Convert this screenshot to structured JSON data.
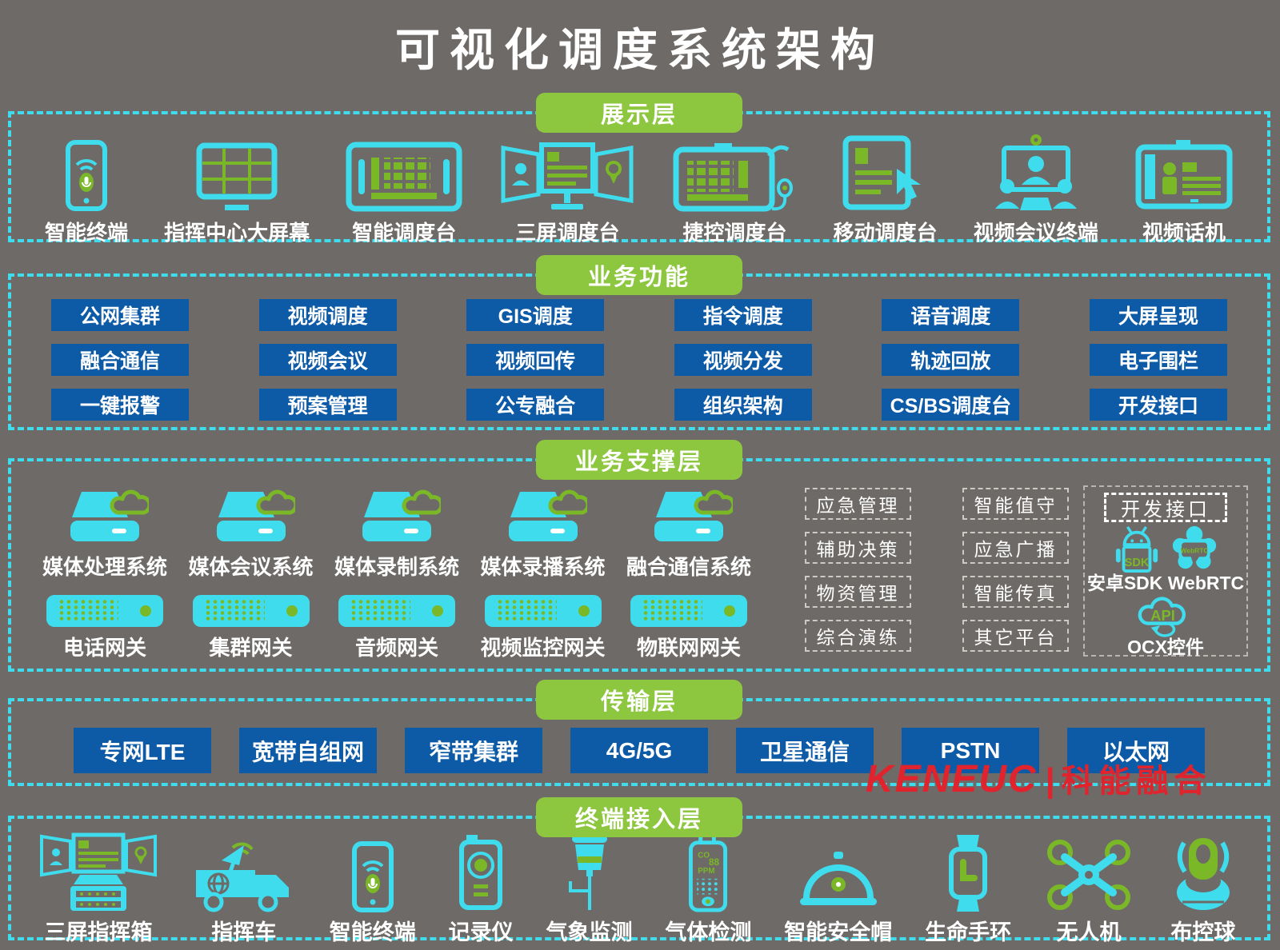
{
  "title": "可视化调度系统架构",
  "colors": {
    "background": "#6e6a67",
    "accent_cyan": "#3fdcee",
    "header_green": "#8dc63f",
    "icon_green": "#7ab827",
    "button_blue": "#0d5ba7",
    "logo_red": "#e0232d"
  },
  "layers": {
    "presentation": {
      "header": "展示层",
      "items": [
        {
          "label": "智能终端",
          "icon": "smart-terminal-icon"
        },
        {
          "label": "指挥中心大屏幕",
          "icon": "command-center-screen-icon"
        },
        {
          "label": "智能调度台",
          "icon": "smart-dispatch-console-icon"
        },
        {
          "label": "三屏调度台",
          "icon": "triple-screen-console-icon"
        },
        {
          "label": "捷控调度台",
          "icon": "jet-control-console-icon"
        },
        {
          "label": "移动调度台",
          "icon": "mobile-console-icon"
        },
        {
          "label": "视频会议终端",
          "icon": "video-conference-terminal-icon"
        },
        {
          "label": "视频话机",
          "icon": "video-phone-icon"
        }
      ]
    },
    "functions": {
      "header": "业务功能",
      "buttons": [
        "公网集群",
        "视频调度",
        "GIS调度",
        "指令调度",
        "语音调度",
        "大屏呈现",
        "融合通信",
        "视频会议",
        "视频回传",
        "视频分发",
        "轨迹回放",
        "电子围栏",
        "一键报警",
        "预案管理",
        "公专融合",
        "组织架构",
        "CS/BS调度台",
        "开发接口"
      ]
    },
    "support": {
      "header": "业务支撑层",
      "systems": [
        {
          "label": "媒体处理系统",
          "icon": "server-cloud-icon"
        },
        {
          "label": "媒体会议系统",
          "icon": "server-cloud-icon"
        },
        {
          "label": "媒体录制系统",
          "icon": "server-cloud-icon"
        },
        {
          "label": "媒体录播系统",
          "icon": "server-cloud-icon"
        },
        {
          "label": "融合通信系统",
          "icon": "server-cloud-icon"
        }
      ],
      "gateways": [
        {
          "label": "电话网关",
          "icon": "gateway-icon"
        },
        {
          "label": "集群网关",
          "icon": "gateway-icon"
        },
        {
          "label": "音频网关",
          "icon": "gateway-icon"
        },
        {
          "label": "视频监控网关",
          "icon": "gateway-icon"
        },
        {
          "label": "物联网网关",
          "icon": "gateway-icon"
        }
      ],
      "modules": [
        "应急管理",
        "智能值守",
        "辅助决策",
        "应急广播",
        "物资管理",
        "智能传真",
        "综合演练",
        "其它平台"
      ],
      "dev_panel": {
        "title": "开发接口",
        "sdk_text": "SDK",
        "webrtc_text": "WebRTC",
        "caption_sdk": "安卓SDK WebRTC",
        "api_text": "API",
        "caption_ocx": "OCX控件"
      }
    },
    "transport": {
      "header": "传输层",
      "buttons": [
        "专网LTE",
        "宽带自组网",
        "窄带集群",
        "4G/5G",
        "卫星通信",
        "PSTN",
        "以太网"
      ]
    },
    "terminal": {
      "header": "终端接入层",
      "gas_screen": {
        "co": "CO",
        "value": "88",
        "unit": "PPM"
      },
      "items": [
        {
          "label": "三屏指挥箱",
          "icon": "command-box-icon"
        },
        {
          "label": "指挥车",
          "icon": "command-truck-icon"
        },
        {
          "label": "智能终端",
          "icon": "smart-terminal-icon"
        },
        {
          "label": "记录仪",
          "icon": "recorder-icon"
        },
        {
          "label": "气象监测",
          "icon": "weather-station-icon"
        },
        {
          "label": "气体检测",
          "icon": "gas-detector-icon"
        },
        {
          "label": "智能安全帽",
          "icon": "smart-helmet-icon"
        },
        {
          "label": "生命手环",
          "icon": "life-band-icon"
        },
        {
          "label": "无人机",
          "icon": "drone-icon"
        },
        {
          "label": "布控球",
          "icon": "ptz-ball-icon"
        }
      ]
    }
  },
  "logo": {
    "brand": "KENEUC",
    "divider": "|",
    "name": "科能融合"
  }
}
